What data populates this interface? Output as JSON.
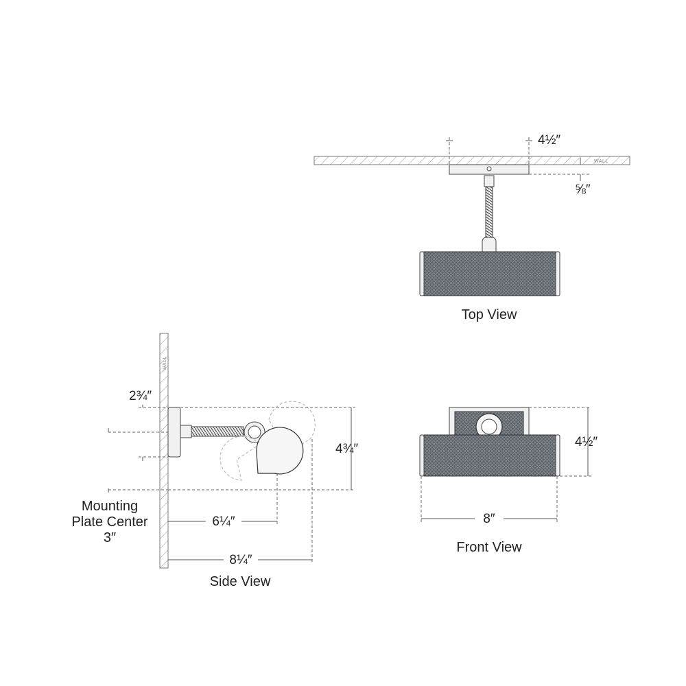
{
  "views": {
    "top": {
      "caption": "Top View",
      "width_dim": "4½″",
      "depth_dim": "⅝″",
      "wall_label": "WALL"
    },
    "side": {
      "caption": "Side View",
      "wall_label": "WALL",
      "top_offset_dim": "2¾″",
      "height_dim": "4¾″",
      "reach_dim": "6¼″",
      "extension_dim": "8¼″",
      "mount_label_line1": "Mounting",
      "mount_label_line2": "Plate Center",
      "mount_label_line3": "3″"
    },
    "front": {
      "caption": "Front View",
      "height_dim": "4½″",
      "width_dim": "8″"
    }
  },
  "colors": {
    "line": "#555555",
    "shade_mesh": "#5a5f66",
    "metal": "#f1f1f1"
  }
}
